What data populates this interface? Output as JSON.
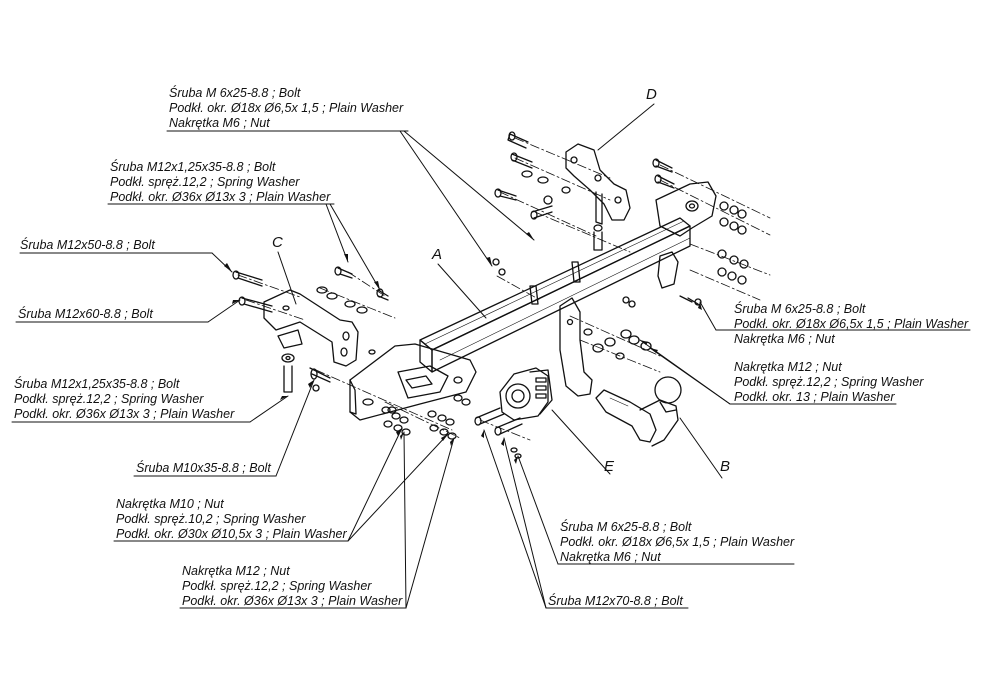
{
  "callouts": {
    "top_left_bolt": [
      "Śruba M 6x25-8.8 ;  Bolt",
      "Podkł. okr.  Ø18x Ø6,5x 1,5 ; Plain Washer",
      "Nakrętka  M6 ; Nut"
    ],
    "c_upper": [
      "Śruba M12x1,25x35-8.8 ;  Bolt",
      "Podkł. spręż.12,2 ; Spring Washer",
      "Podkł. okr.  Ø36x Ø13x 3 ; Plain Washer"
    ],
    "bolt_m12x50": [
      "Śruba M12x50-8.8 ;  Bolt"
    ],
    "bolt_m12x60": [
      "Śruba M12x60-8.8 ;  Bolt"
    ],
    "c_lower": [
      "Śruba M12x1,25x35-8.8 ;  Bolt",
      "Podkł. spręż.12,2 ; Spring Washer",
      "Podkł. okr.  Ø36x Ø13x 3 ; Plain Washer"
    ],
    "bolt_m10x35": [
      "Śruba M10x35-8.8 ;  Bolt"
    ],
    "nut_m10": [
      "Nakrętka  M10 ; Nut",
      "Podkł. spręż.10,2 ; Spring Washer",
      "Podkł. okr.  Ø30x Ø10,5x 3 ; Plain Washer"
    ],
    "nut_m12_bottom": [
      "Nakrętka  M12 ; Nut",
      "Podkł. spręż.12,2 ; Spring Washer",
      "Podkł. okr.  Ø36x Ø13x 3 ; Plain Washer"
    ],
    "bolt_m6_bottom": [
      "Śruba M 6x25-8.8 ;  Bolt",
      "Podkł. okr.  Ø18x Ø6,5x 1,5 ; Plain Washer",
      "Nakrętka  M6 ; Nut"
    ],
    "bolt_m12x70": [
      "Śruba M12x70-8.8 ;  Bolt"
    ],
    "bolt_m6_right": [
      "Śruba M 6x25-8.8 ;  Bolt",
      "Podkł. okr.  Ø18x Ø6,5x 1,5 ; Plain Washer",
      "Nakrętka  M6 ; Nut"
    ],
    "nut_m12_right": [
      "Nakrętka  M12 ; Nut",
      "Podkł. spręż.12,2 ; Spring Washer",
      "Podkł. okr. 13 ; Plain Washer"
    ]
  },
  "part_letters": {
    "a": "A",
    "b": "B",
    "c": "C",
    "d": "D",
    "e": "E"
  },
  "colors": {
    "line": "#111111",
    "background": "#ffffff"
  }
}
